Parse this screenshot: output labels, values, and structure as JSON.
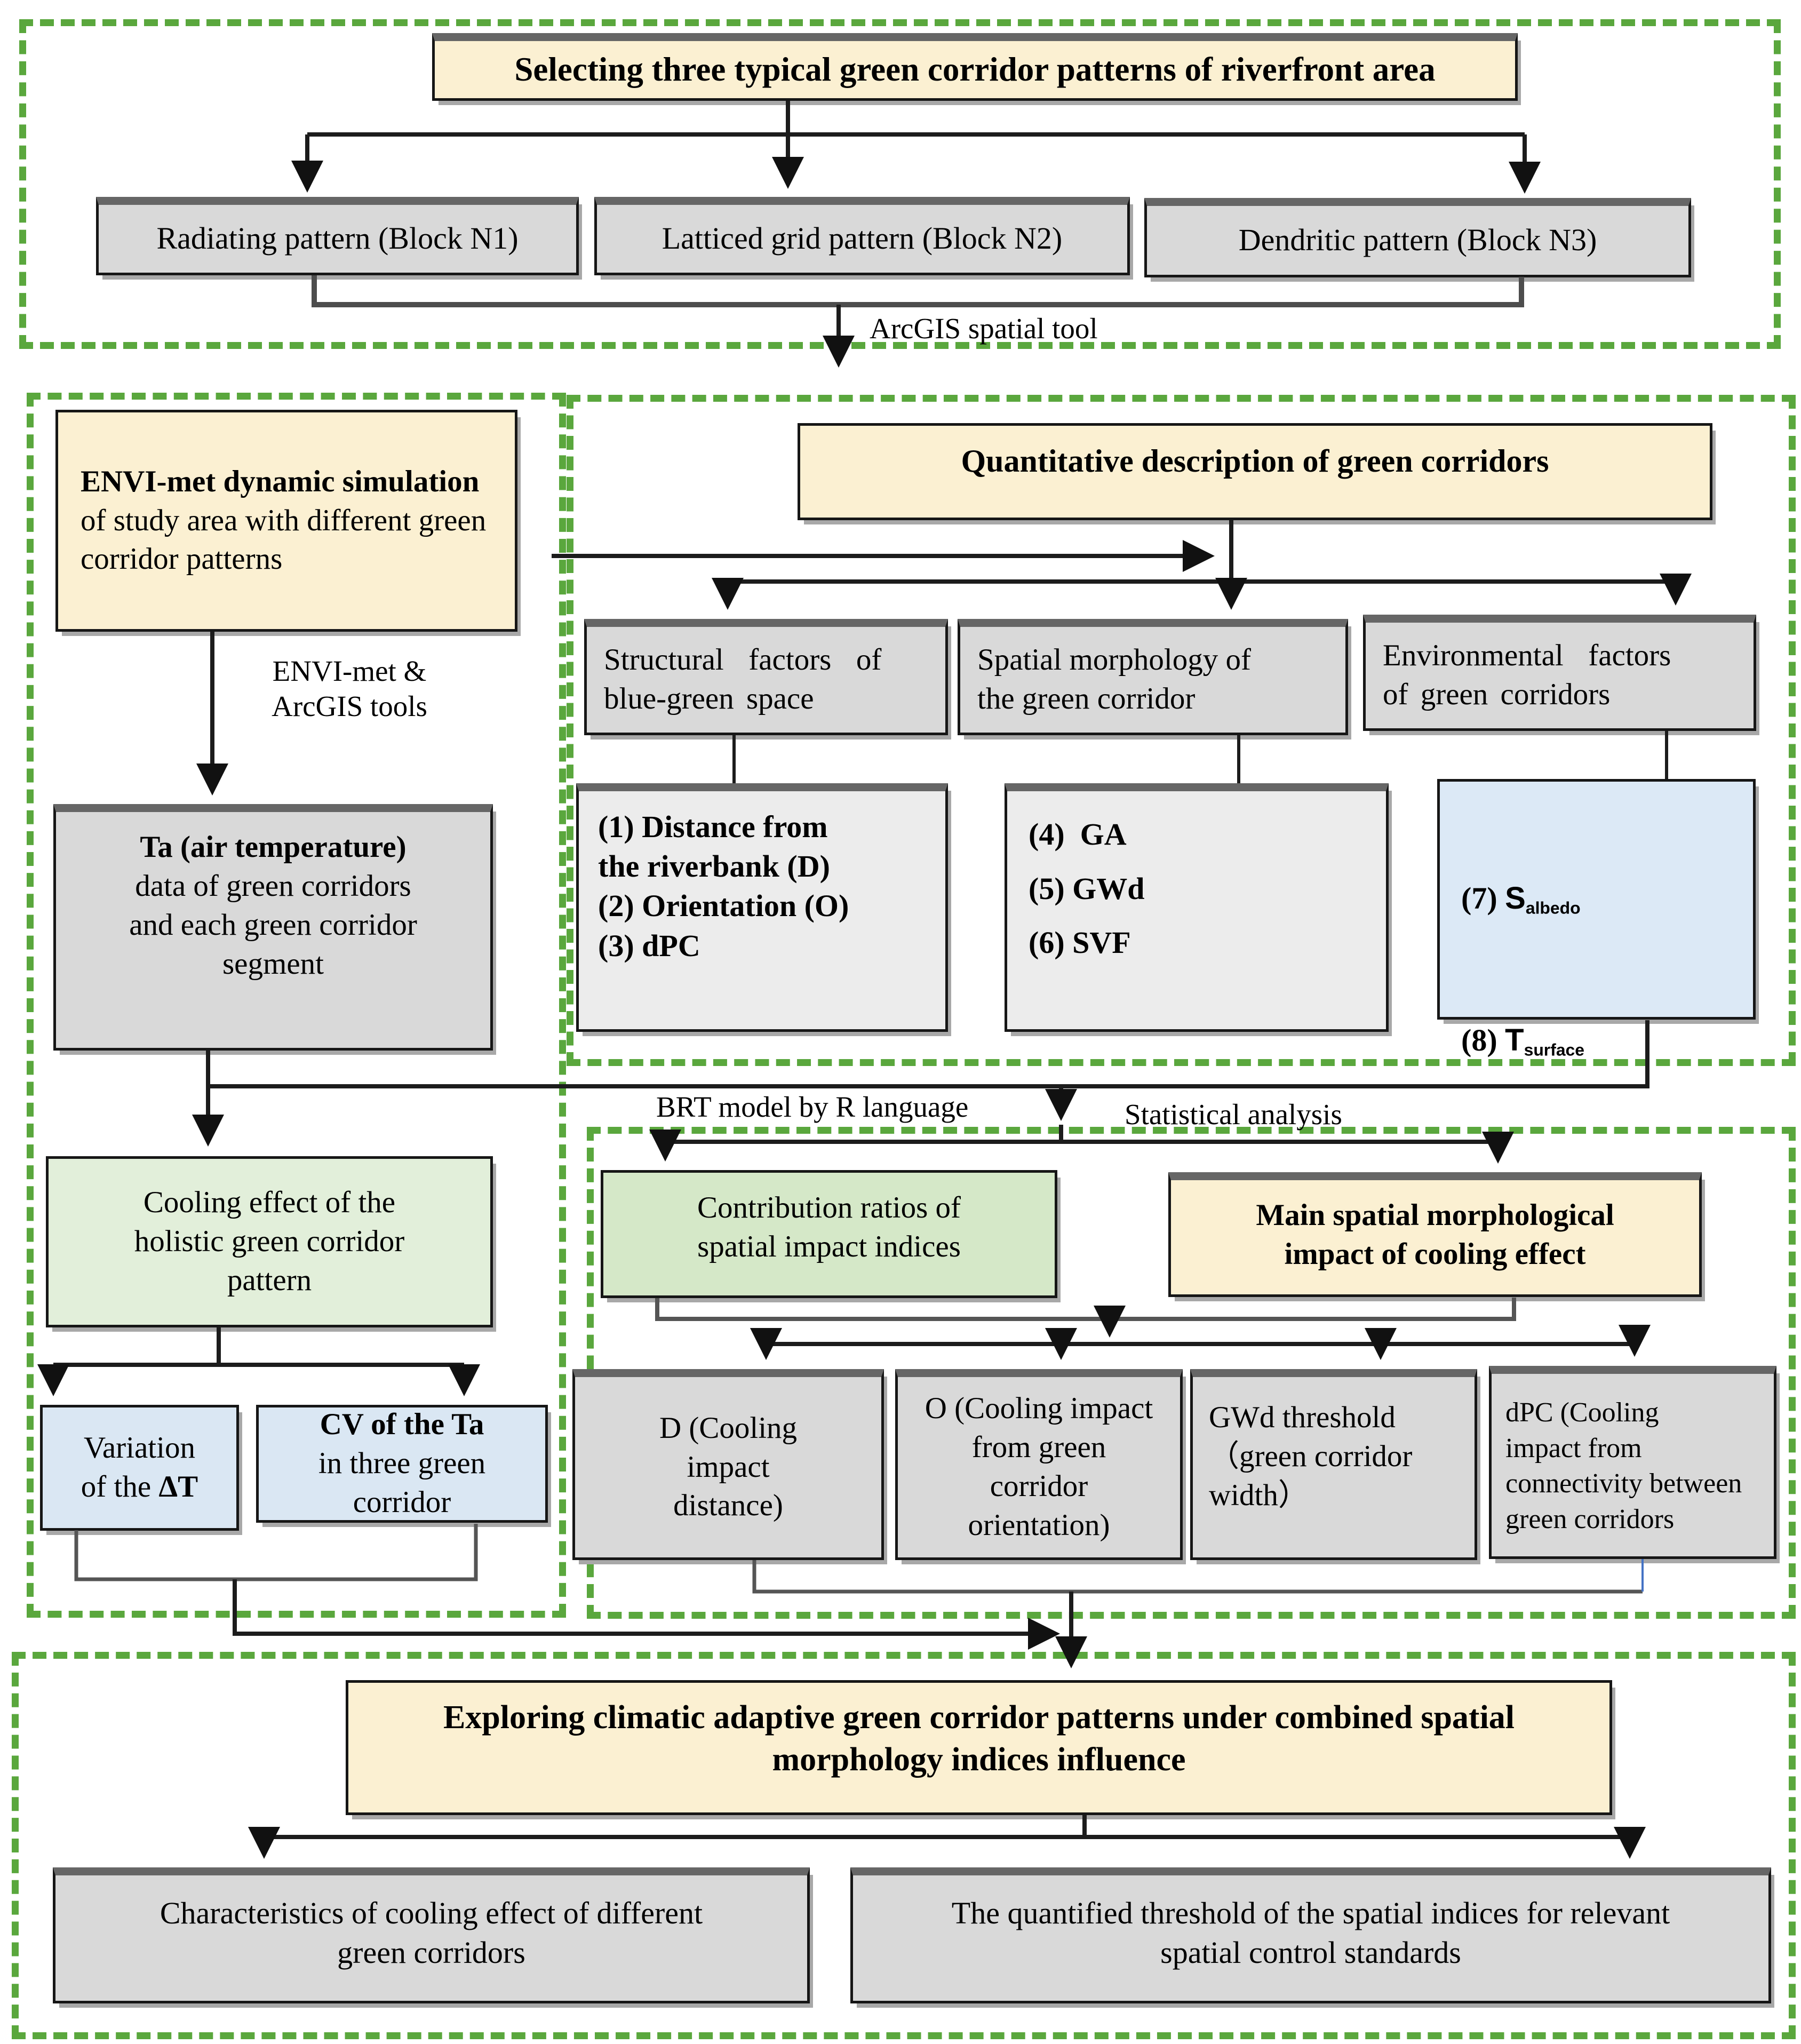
{
  "colors": {
    "accent_green_border": "#5aa73d",
    "yellow": "#fbf0d2",
    "gray": "#d9d9d9",
    "light_gray": "#ececec",
    "pale_green": "#e2efda",
    "green": "#d5e8c8",
    "pale_blue": "#dce9f6",
    "blue": "#dae7f3",
    "line": "#1c1c1c",
    "shadow_gray": "#a8a8a8",
    "band_gray": "#666666",
    "blue_line": "#4472c4"
  },
  "top": {
    "title": "Selecting three typical green corridor patterns of riverfront area",
    "patterns": [
      "Radiating pattern (Block N1)",
      "Latticed grid pattern (Block N2)",
      "Dendritic pattern (Block N3)"
    ],
    "arcgis_label": "ArcGIS spatial tool"
  },
  "sim": {
    "envi_bold": "ENVI-met dynamic simulation",
    "envi_rest": " of study area with different green corridor patterns",
    "tools_label": "ENVI-met &\nArcGIS tools",
    "ta_bold": "Ta (air temperature)",
    "ta_rest": "\ndata of green corridors\nand each green corridor\nsegment",
    "cooling": "Cooling effect of the\nholistic green corridor\npattern",
    "variation_pre": "Variation\nof the ",
    "variation_bold": "ΔT",
    "cv_bold": "CV of the Ta",
    "cv_rest": "\nin three green\ncorridor"
  },
  "quant": {
    "title": "Quantitative description of green corridors",
    "factor1": "Structural  factors  of\nblue-green space",
    "factor2": "Spatial morphology of\nthe green corridor",
    "factor3": "Environmental  factors\nof green corridors",
    "list1": "(1) Distance from\nthe riverbank (D)\n(2) Orientation (O)\n(3) dPC",
    "list2": "(4)  GA\n(5) GWd\n(6) SVF",
    "env_items": [
      {
        "num": "(7) ",
        "sym": "S",
        "sub": "albedo"
      },
      {
        "num": "(8) ",
        "sym": "T",
        "sub": "surface"
      }
    ]
  },
  "labels": {
    "brt": "BRT model by R language",
    "stat": "Statistical analysis"
  },
  "stats": {
    "contribution": "Contribution ratios of\nspatial impact indices",
    "main_impact": "Main spatial morphological\nimpact of cooling effect",
    "idx_d": "D (Cooling\nimpact\ndistance)",
    "idx_o": "O (Cooling impact\nfrom green\ncorridor\norientation)",
    "idx_gwd": "GWd threshold\n（green corridor\nwidth）",
    "idx_dpc": "dPC (Cooling\nimpact from\nconnectivity between\ngreen corridors"
  },
  "bottom": {
    "explore": "Exploring climatic adaptive green corridor patterns under combined spatial\nmorphology indices influence",
    "outcome1": "Characteristics of cooling effect of different\ngreen corridors",
    "outcome2": "The quantified threshold of the spatial indices for relevant\nspatial control standards"
  }
}
